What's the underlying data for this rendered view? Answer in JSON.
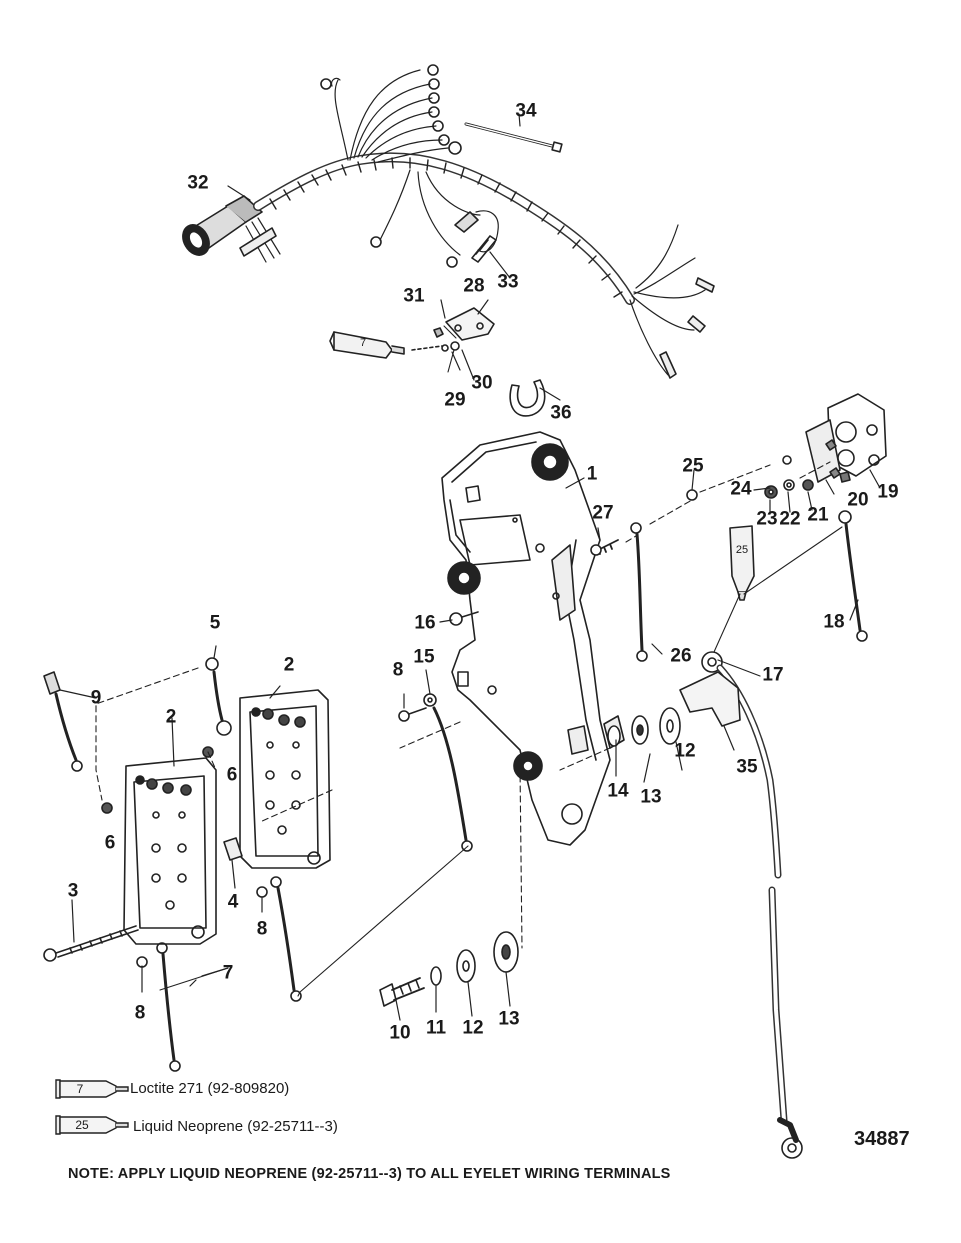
{
  "diagram_id": "34887",
  "note": "NOTE: APPLY LIQUID NEOPRENE (92-25711--3) TO ALL EYELET WIRING TERMINALS",
  "legend": [
    {
      "tube_number": "7",
      "text": "Loctite 271 (92-809820)"
    },
    {
      "tube_number": "25",
      "text": "Liquid Neoprene (92-25711--3)"
    }
  ],
  "tube_labels": {
    "t7": "7",
    "t25": "25"
  },
  "callouts": [
    {
      "id": "c1",
      "label": "1"
    },
    {
      "id": "c2a",
      "label": "2"
    },
    {
      "id": "c2b",
      "label": "2"
    },
    {
      "id": "c3",
      "label": "3"
    },
    {
      "id": "c4",
      "label": "4"
    },
    {
      "id": "c5",
      "label": "5"
    },
    {
      "id": "c6a",
      "label": "6"
    },
    {
      "id": "c6b",
      "label": "6"
    },
    {
      "id": "c7",
      "label": "7"
    },
    {
      "id": "c8a",
      "label": "8"
    },
    {
      "id": "c8b",
      "label": "8"
    },
    {
      "id": "c8c",
      "label": "8"
    },
    {
      "id": "c9",
      "label": "9"
    },
    {
      "id": "c10",
      "label": "10"
    },
    {
      "id": "c11",
      "label": "11"
    },
    {
      "id": "c12a",
      "label": "12"
    },
    {
      "id": "c12b",
      "label": "12"
    },
    {
      "id": "c13a",
      "label": "13"
    },
    {
      "id": "c13b",
      "label": "13"
    },
    {
      "id": "c14",
      "label": "14"
    },
    {
      "id": "c15",
      "label": "15"
    },
    {
      "id": "c16",
      "label": "16"
    },
    {
      "id": "c17",
      "label": "17"
    },
    {
      "id": "c18",
      "label": "18"
    },
    {
      "id": "c19",
      "label": "19"
    },
    {
      "id": "c20",
      "label": "20"
    },
    {
      "id": "c21",
      "label": "21"
    },
    {
      "id": "c22",
      "label": "22"
    },
    {
      "id": "c23",
      "label": "23"
    },
    {
      "id": "c24",
      "label": "24"
    },
    {
      "id": "c25",
      "label": "25"
    },
    {
      "id": "c26",
      "label": "26"
    },
    {
      "id": "c27",
      "label": "27"
    },
    {
      "id": "c28",
      "label": "28"
    },
    {
      "id": "c29",
      "label": "29"
    },
    {
      "id": "c30",
      "label": "30"
    },
    {
      "id": "c31",
      "label": "31"
    },
    {
      "id": "c32",
      "label": "32"
    },
    {
      "id": "c33",
      "label": "33"
    },
    {
      "id": "c34",
      "label": "34"
    },
    {
      "id": "c35",
      "label": "35"
    },
    {
      "id": "c36",
      "label": "36"
    }
  ]
}
